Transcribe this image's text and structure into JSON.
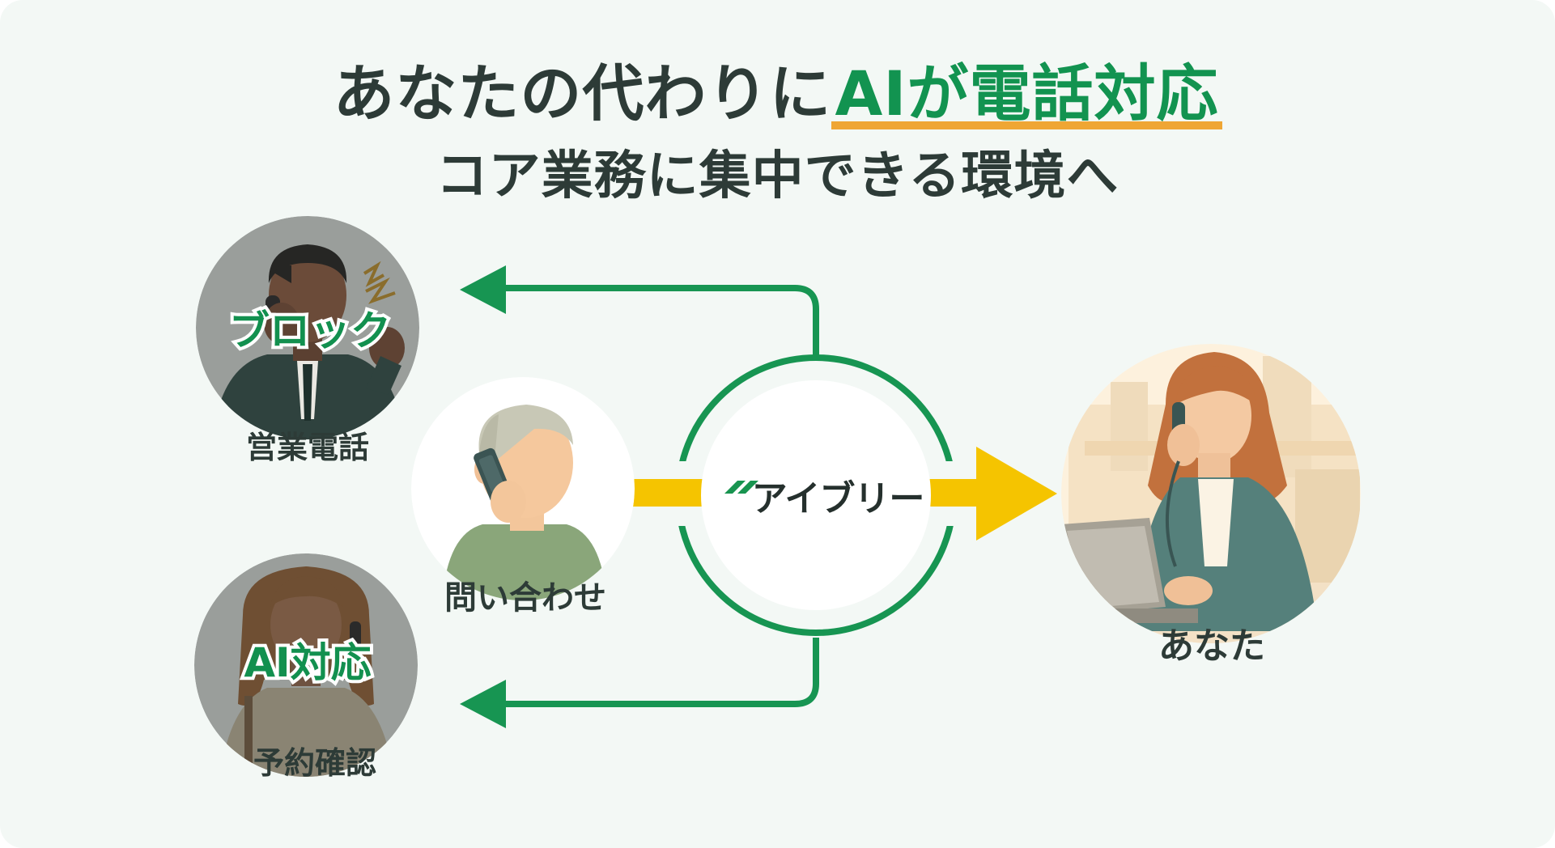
{
  "headline": {
    "line1_prefix": "あなたの代わりに",
    "line1_accent": "AIが電話対応",
    "line2": "コア業務に集中できる環境へ"
  },
  "nodes": {
    "sales_call": {
      "label": "営業電話",
      "badge": "ブロック"
    },
    "reservation": {
      "label": "予約確認",
      "badge": "AI対応"
    },
    "inquiry": {
      "label": "問い合わせ"
    },
    "brand": {
      "name": "アイブリー"
    },
    "you": {
      "label": "あなた"
    }
  },
  "icons": {
    "brand_mark": "brand-logo-icon",
    "arrows": "arrow-icon"
  },
  "colors": {
    "background": "#f3f8f5",
    "text": "#2d3b37",
    "accent_green": "#129350",
    "underline_orange": "#efa634",
    "arrow_yellow": "#f5c400",
    "ring_green": "#179552"
  }
}
